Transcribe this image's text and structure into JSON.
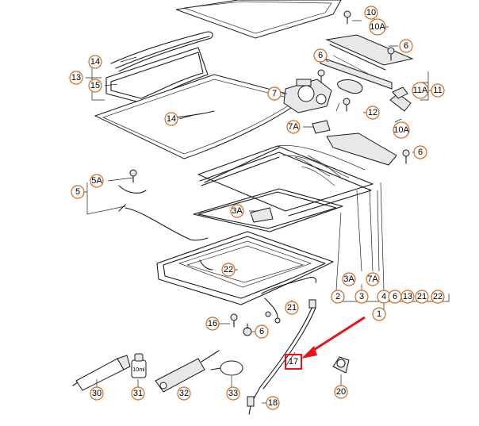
{
  "callouts": [
    {
      "key": "c10",
      "label": "10"
    },
    {
      "key": "c10A_top",
      "label": "10A"
    },
    {
      "key": "c6_top",
      "label": "6"
    },
    {
      "key": "c14_a",
      "label": "14"
    },
    {
      "key": "c13_left",
      "label": "13"
    },
    {
      "key": "c15",
      "label": "15"
    },
    {
      "key": "c6_mid",
      "label": "6"
    },
    {
      "key": "c11",
      "label": "11"
    },
    {
      "key": "c11A",
      "label": "11A"
    },
    {
      "key": "c7",
      "label": "7"
    },
    {
      "key": "c12",
      "label": "12"
    },
    {
      "key": "c10A_mid",
      "label": "10A"
    },
    {
      "key": "c14_b",
      "label": "14"
    },
    {
      "key": "c7A",
      "label": "7A"
    },
    {
      "key": "c6_right",
      "label": "6"
    },
    {
      "key": "c5A",
      "label": "5A"
    },
    {
      "key": "c5",
      "label": "5"
    },
    {
      "key": "c3A_top",
      "label": "3A"
    },
    {
      "key": "c22_mid",
      "label": "22"
    },
    {
      "key": "c3A_bot",
      "label": "3A"
    },
    {
      "key": "c7A_bot",
      "label": "7A"
    },
    {
      "key": "c2",
      "label": "2"
    },
    {
      "key": "c3",
      "label": "3"
    },
    {
      "key": "c4",
      "label": "4"
    },
    {
      "key": "c6_row",
      "label": "6"
    },
    {
      "key": "c13_row",
      "label": "13"
    },
    {
      "key": "c21_row",
      "label": "21"
    },
    {
      "key": "c22_row",
      "label": "22"
    },
    {
      "key": "c1",
      "label": "1"
    },
    {
      "key": "c21",
      "label": "21"
    },
    {
      "key": "c16",
      "label": "16"
    },
    {
      "key": "c6_low",
      "label": "6"
    },
    {
      "key": "c17",
      "label": "17"
    },
    {
      "key": "c30",
      "label": "30"
    },
    {
      "key": "c31",
      "label": "31"
    },
    {
      "key": "c32",
      "label": "32"
    },
    {
      "key": "c33",
      "label": "33"
    },
    {
      "key": "c18",
      "label": "18"
    },
    {
      "key": "c20",
      "label": "20"
    }
  ],
  "tube_label": "10ml",
  "colors": {
    "callout_ring": "#d2691e",
    "highlight_box": "#e8141a",
    "arrow": "#e8141a",
    "line": "#1a1a1a"
  }
}
